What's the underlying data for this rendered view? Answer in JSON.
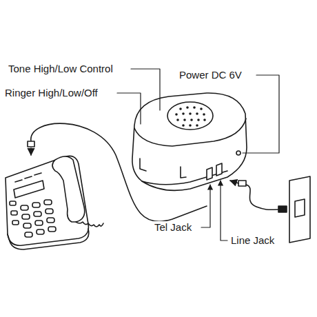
{
  "diagram": {
    "labels": [
      "Tone High/Low Control",
      "Ringer High/Low/Off",
      "Power DC 6V",
      "Tel Jack",
      "Line Jack"
    ]
  }
}
